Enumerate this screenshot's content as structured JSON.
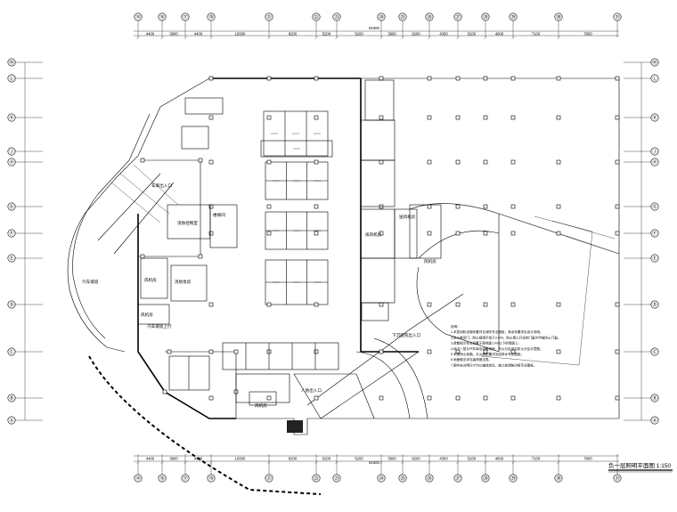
{
  "axes_top": [
    "⑭",
    "⑯",
    "⑰",
    "⑱",
    "㉑",
    "㉒",
    "㉓",
    "㉔",
    "㉕",
    "㉖",
    "㉗",
    "㉘",
    "㉙",
    "㉚",
    "㉛"
  ],
  "axes_left": [
    "Ⓜ",
    "Ⓛ",
    "Ⓚ",
    "Ⓙ",
    "Ⓗ",
    "Ⓖ",
    "Ⓕ",
    "Ⓔ",
    "Ⓓ",
    "Ⓒ",
    "Ⓑ",
    "Ⓐ"
  ],
  "dims_top": [
    "4400",
    "3800",
    "4400",
    "10000",
    "8200",
    "5200",
    "5200",
    "3900",
    "8200",
    "4300",
    "5200",
    "4600",
    "7100",
    "7800"
  ],
  "total_dim": "81500",
  "room_labels": {
    "r1": "消防控制室",
    "r2": "楼梯间",
    "r3": "风机房",
    "r4": "排风机房",
    "r5": "风机房",
    "r6": "风机房",
    "r7": "送风机房",
    "r8": "风机房",
    "r9": "消防泵房",
    "r10": "车库出入口",
    "r11": "下沉庭院出入口",
    "r12": "人防出入口",
    "r13": "汽车坡道",
    "r14": "汽车坡道上行"
  },
  "notes": [
    "说明：",
    "1.本层消防设施布置详见消防专业图纸，其余布置详见设计说明。",
    "2.防火卷帘门，耐火极限不低于3.00h，防火墙上开设的门窗为甲级防火门窗。",
    "3.疏散指示标志设置于距地面1.0m以下的墙面上。",
    "4.地下一层为汽车库及设备用房，防火分区详见防火分区示意图。",
    "5.本层消火栓箱、灭火器配置详见给排水专业图纸。",
    "6.地面做法详见装修做法表。",
    "7.图中未注明尺寸均以轴线定位，施工前请核对各专业图纸。"
  ],
  "title": "负一层照明平面图 1:150",
  "colors": {
    "ink": "#000000",
    "paper": "#ffffff"
  }
}
